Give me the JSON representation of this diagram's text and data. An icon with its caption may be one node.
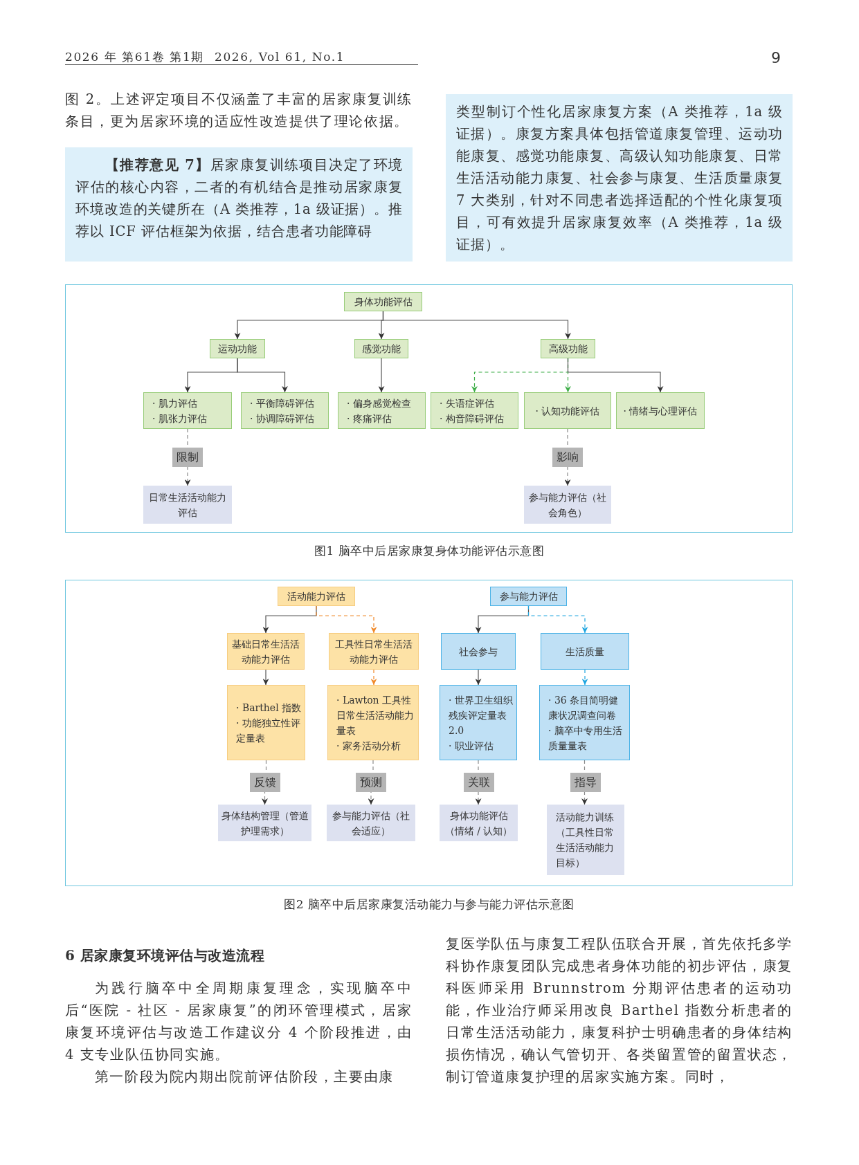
{
  "diagram": {
    "nodes": [
      {
        "text": [
          "身体功能评估"
        ]
      },
      {
        "text": [
          "运动功能"
        ]
      },
      {
        "text": [
          "感觉功能"
        ]
      },
      {
        "text": [
          "高级功能"
        ]
      },
      {
        "text": [
          "· 肌力评估",
          "· 肌张力评估"
        ]
      },
      {
        "text": [
          "· 平衡障碍评估",
          "· 协调障碍评估"
        ]
      },
      {
        "text": [
          "· 偏身感觉检查",
          "· 疼痛评估"
        ]
      },
      {
        "text": [
          "· 失语症评估",
          "· 构音障碍评估"
        ]
      },
      {
        "text": [
          "· 认知功能评估"
        ]
      },
      {
        "text": [
          "· 情绪与心理评估"
        ]
      },
      {
        "text": [
          "日常生活活动能力评估"
        ]
      },
      {
        "text": [
          "参与能力评估（社会角色）"
        ]
      },
      {
        "text": [
          "活动能力评估"
        ]
      },
      {
        "text": [
          "参与能力评估"
        ]
      },
      {
        "text": [
          "基础日常生活活动能力评估"
        ]
      },
      {
        "text": [
          "工具性日常生活活动能力评估"
        ]
      },
      {
        "text": [
          "社会参与"
        ]
      },
      {
        "text": [
          "生活质量"
        ]
      },
      {
        "text": [
          "· Barthel 指数",
          "· 功能独立性评定量表"
        ]
      },
      {
        "text": [
          "· Lawton 工具性日常生活活动能力量表",
          "· 家务活动分析"
        ]
      },
      {
        "text": [
          "· 世界卫生组织残疾评定量表 2.0",
          "· 职业评估"
        ]
      },
      {
        "text": [
          "· 36 条目简明健康状况调查问卷",
          "· 脑卒中专用生活质量量表"
        ]
      },
      {
        "text": [
          "身体结构管理（管道护理需求）"
        ]
      },
      {
        "text": [
          "参与能力评估（社会适应）"
        ]
      },
      {
        "text": [
          "身体功能评估（情绪 / 认知）"
        ]
      },
      {
        "text": [
          "活动能力训练（工具性日常生活活动能力目标）"
        ]
      }
    ],
    "edges": [
      {
        "from": 0,
        "to": 1,
        "arrow": "to"
      },
      {
        "from": 0,
        "to": 2,
        "arrow": "to"
      },
      {
        "from": 0,
        "to": 3,
        "arrow": "to"
      },
      {
        "from": 1,
        "to": 4,
        "arrow": "to"
      },
      {
        "from": 1,
        "to": 5,
        "arrow": "to"
      },
      {
        "from": 2,
        "to": 6,
        "arrow": "to"
      },
      {
        "from": 3,
        "to": 7,
        "arrow": "to",
        "style": "dashed",
        "color": "#3fae49"
      },
      {
        "from": 3,
        "to": 8,
        "arrow": "to",
        "style": "dashed",
        "color": "#3fae49"
      },
      {
        "from": 3,
        "to": 9,
        "arrow": "to"
      },
      {
        "from": 4,
        "to": 10,
        "arrow": "to",
        "label": "限制",
        "style": "dashed"
      },
      {
        "from": 8,
        "to": 11,
        "arrow": "to",
        "label": "影响",
        "style": "dashed"
      },
      {
        "from": 12,
        "to": 14,
        "arrow": "to"
      },
      {
        "from": 12,
        "to": 15,
        "arrow": "to",
        "style": "dashed",
        "color": "#f0892a"
      },
      {
        "from": 13,
        "to": 16,
        "arrow": "to"
      },
      {
        "from": 13,
        "to": 17,
        "arrow": "to",
        "style": "dashed",
        "color": "#1ea5e0"
      },
      {
        "from": 14,
        "to": 18,
        "arrow": "to"
      },
      {
        "from": 15,
        "to": 19,
        "arrow": "to",
        "style": "dashed",
        "color": "#f0892a"
      },
      {
        "from": 16,
        "to": 20,
        "arrow": "to"
      },
      {
        "from": 17,
        "to": 21,
        "arrow": "to",
        "style": "dashed",
        "color": "#1ea5e0"
      },
      {
        "from": 18,
        "to": 22,
        "arrow": "to",
        "label": "反馈",
        "style": "dashed"
      },
      {
        "from": 19,
        "to": 23,
        "arrow": "to",
        "label": "预测",
        "style": "dashed"
      },
      {
        "from": 20,
        "to": 24,
        "arrow": "to",
        "label": "关联",
        "style": "dashed"
      },
      {
        "from": 21,
        "to": 25,
        "arrow": "to",
        "label": "指导",
        "style": "dashed"
      }
    ],
    "labels": [
      "2026 年 第61卷 第1期",
      "2026, Vol 61, No.1",
      "9",
      "图 2。上述评定项目不仅涵盖了丰富的居家康复训练条目，更为居家环境的适应性改造提供了理论依据。",
      "**【推荐意见 7】**居家康复训练项目决定了环境评估的核心内容，二者的有机结合是推动居家康复环境改造的关键所在（A 类推荐，1a 级证据）。推荐以 ICF 评估框架为依据，结合患者功能障碍",
      "类型制订个性化居家康复方案（A 类推荐，1a 级证据）。康复方案具体包括管道康复管理、运动功能康复、感觉功能康复、高级认知功能康复、日常生活活动能力康复、社会参与康复、生活质量康复 7 大类别，针对不同患者选择适配的个性化康复项目，可有效提升居家康复效率（A 类推荐，1a 级证据）。",
      "图1 脑卒中后居家康复身体功能评估示意图",
      "图2 脑卒中后居家康复活动能力与参与能力评估示意图",
      "6 居家康复环境评估与改造流程",
      "为践行脑卒中全周期康复理念，实现脑卒中后“医院 - 社区 - 居家康复”的闭环管理模式，居家康复环境评估与改造工作建议分 4 个阶段推进，由 4 支专业队伍协同实施。",
      "第一阶段为院内期出院前评估阶段，主要由康",
      "复医学队伍与康复工程队伍联合开展，首先依托多学科协作康复团队完成患者身体功能的初步评估，康复科医师采用 Brunnstrom 分期评估患者的运动功能，作业治疗师采用改良 Barthel 指数分析患者的日常生活活动能力，康复科护士明确患者的身体结构损伤情况，确认气管切开、各类留置管的留置状态，制订管道康复护理的居家实施方案。同时，"
    ]
  }
}
